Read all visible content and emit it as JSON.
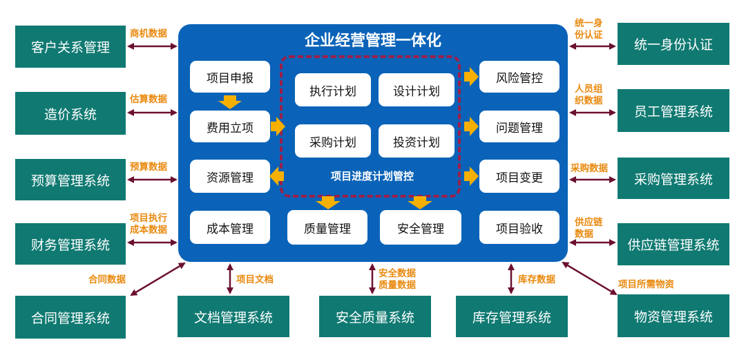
{
  "core": {
    "title": "企业经营管理一体化",
    "plan_group_label": "项目进度计划管控",
    "modules": {
      "project_apply": "项目申报",
      "cost_setup": "费用立项",
      "resource_mgmt": "资源管理",
      "cost_mgmt": "成本管理",
      "exec_plan": "执行计划",
      "design_plan": "设计计划",
      "purchase_plan": "采购计划",
      "invest_plan": "投资计划",
      "quality_mgmt": "质量管理",
      "safety_mgmt": "安全管理",
      "risk_ctrl": "风险管控",
      "issue_mgmt": "问题管理",
      "project_change": "项目变更",
      "project_accept": "项目验收"
    }
  },
  "systems": {
    "crm": "客户关系管理",
    "pricing": "造价系统",
    "budget": "预算管理系统",
    "finance": "财务管理系统",
    "contract": "合同管理系统",
    "document": "文档管理系统",
    "safety_quality": "安全质量系统",
    "inventory": "库存管理系统",
    "material": "物资管理系统",
    "identity": "统一身份认证",
    "staff": "员工管理系统",
    "purchase": "采购管理系统",
    "supply_chain": "供应链管理系统"
  },
  "flows": {
    "crm": "商机数据",
    "pricing": "估算数据",
    "budget": "预算数据",
    "finance": [
      "项目执行",
      "成本数据"
    ],
    "contract": "合同数据",
    "document": "项目文档",
    "safety_quality": [
      "安全数据",
      "质量数据"
    ],
    "inventory": "库存数据",
    "material": "项目所需物资",
    "identity": [
      "统一身",
      "份认证"
    ],
    "staff": [
      "人员组",
      "织数据"
    ],
    "purchase": "采购数据",
    "supply_chain": [
      "供应链",
      "数据"
    ]
  },
  "colors": {
    "core_bg": "#0a63b8",
    "system_bg": "#107a72",
    "connector": "#6b1030",
    "flow_label": "#e98a10",
    "inner_arrow": "#f7b000",
    "dashed_border": "#9c1f4a"
  }
}
